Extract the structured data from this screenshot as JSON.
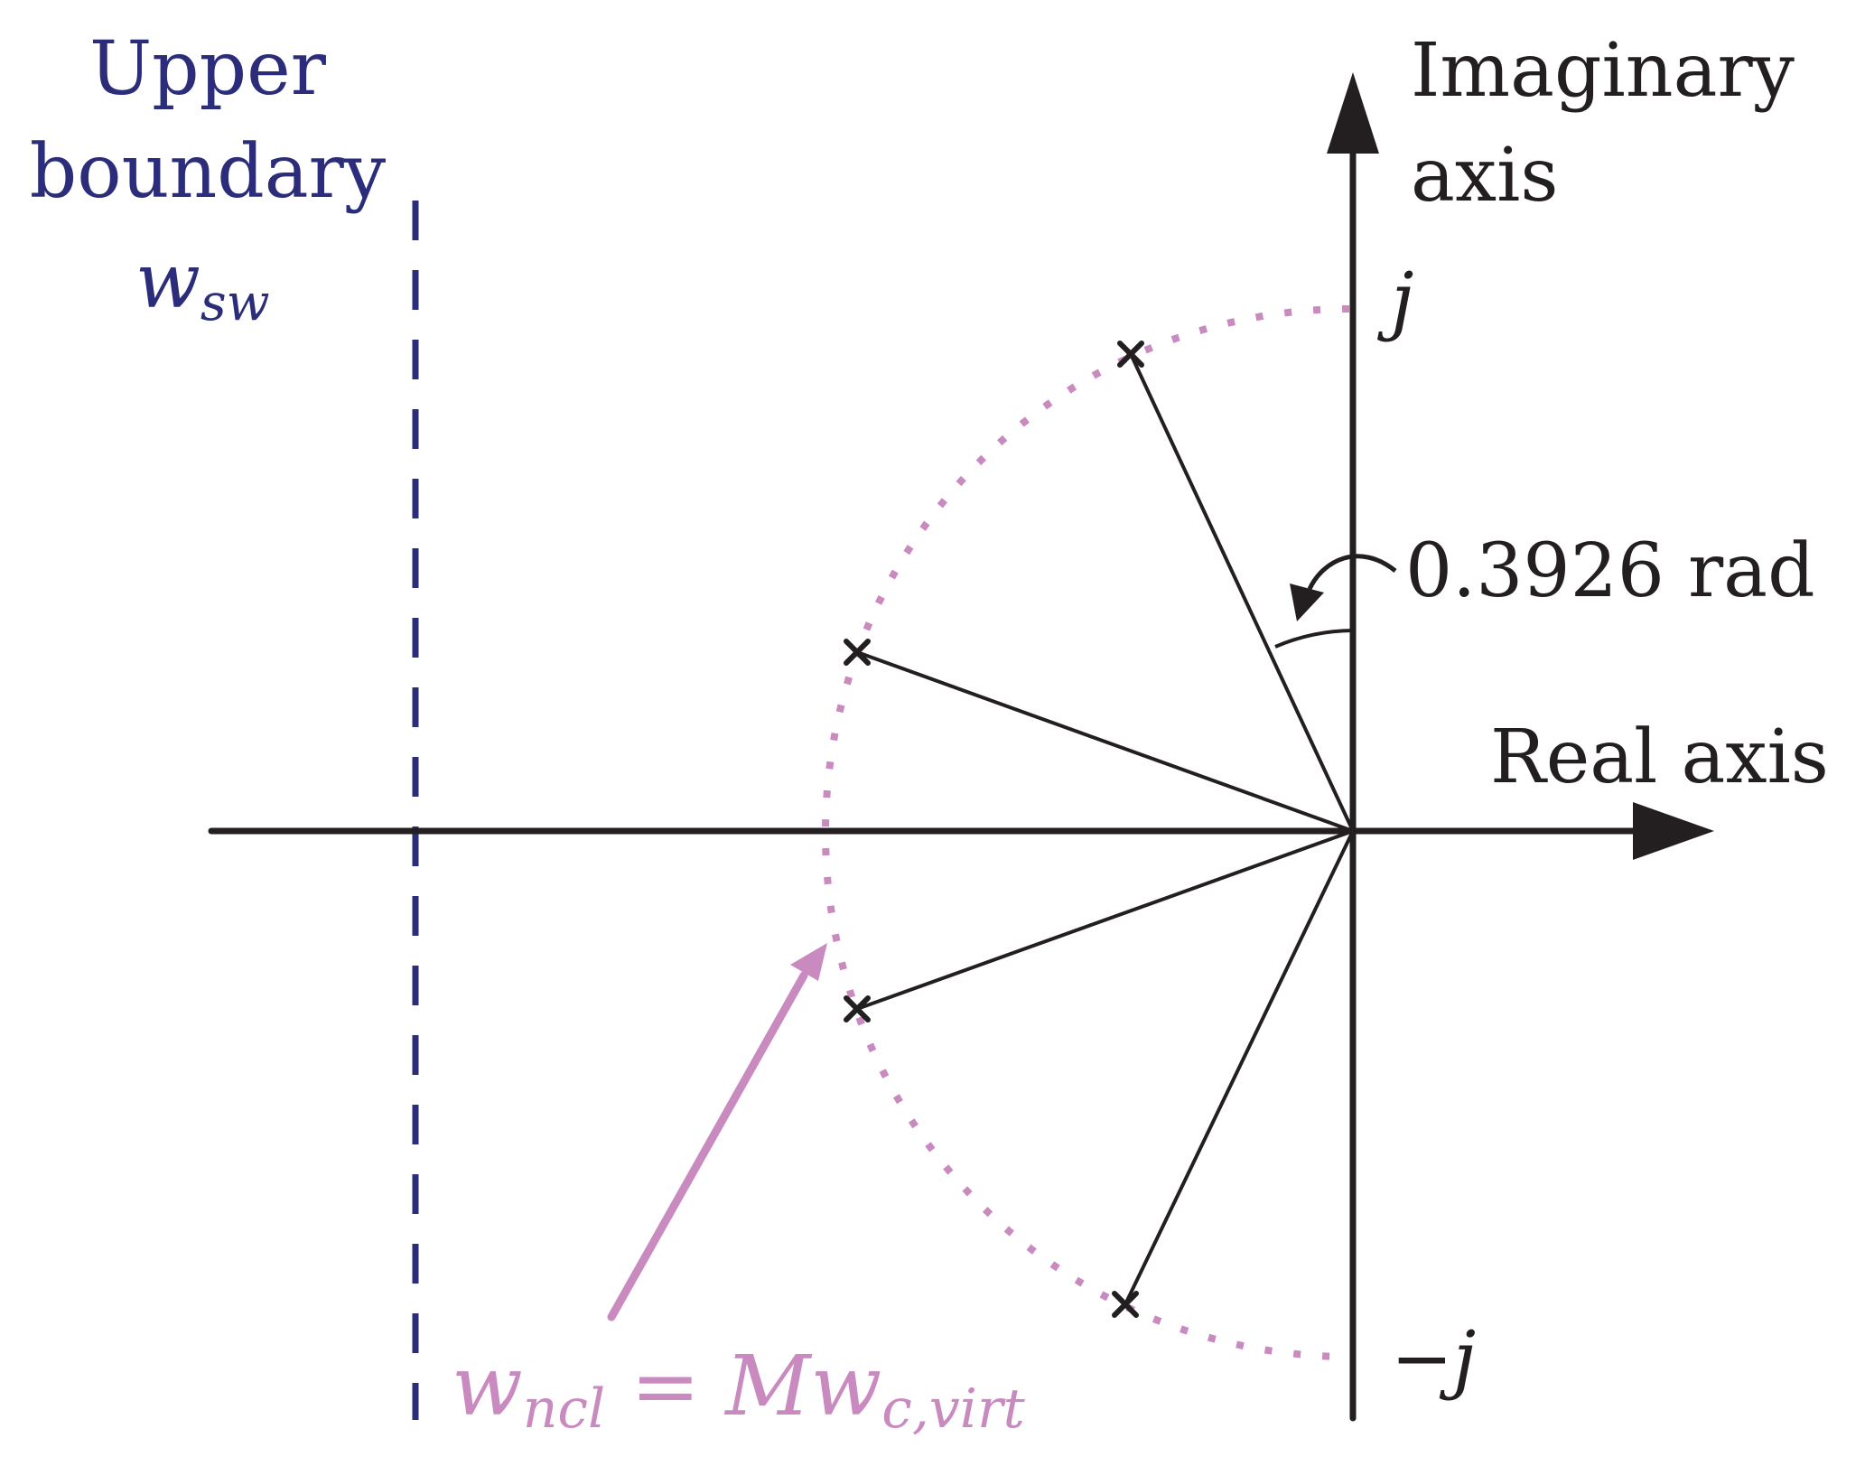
{
  "colors": {
    "axis": "#231f20",
    "boundary": "#2b2d7a",
    "circle": "#c98ac0"
  },
  "labels": {
    "upper_boundary_line1": "Upper",
    "upper_boundary_line2": "boundary",
    "w_sw_base": "w",
    "w_sw_sub": "sw",
    "imag_line1": "Imaginary",
    "imag_line2": "axis",
    "real_axis": "Real axis",
    "j_top": "j",
    "j_bottom": "−j",
    "angle": "0.3926 rad",
    "w_ncl_base": "w",
    "w_ncl_sub": "ncl",
    "equals": "=",
    "M": "M",
    "w_c_base": "w",
    "w_c_sub": "c,virt"
  },
  "diagram": {
    "pole_angle_rad": 0.3926,
    "pole_count": 4,
    "unit_circle_from": "j",
    "unit_circle_to": "-j"
  }
}
